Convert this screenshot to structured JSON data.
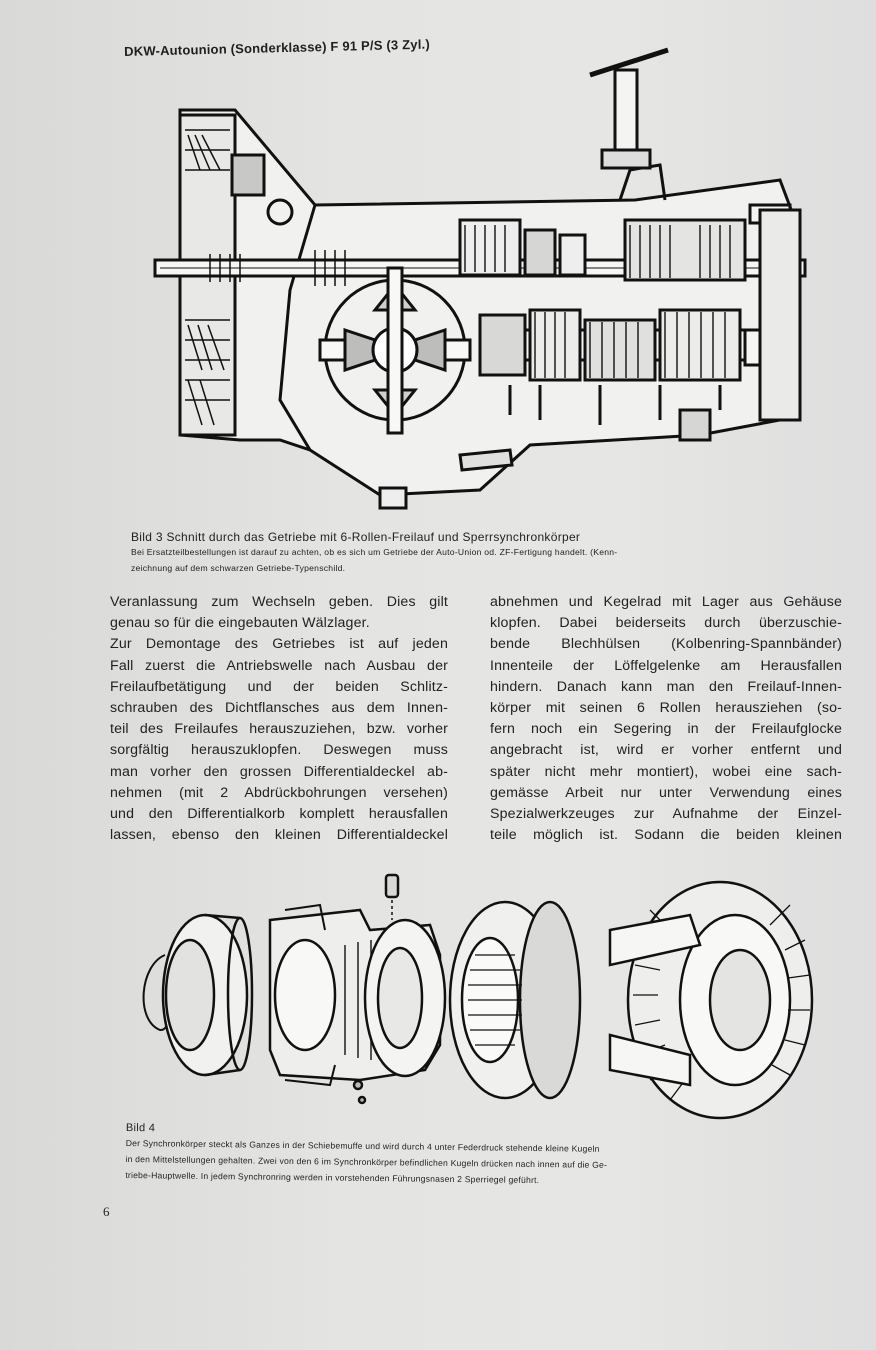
{
  "header": "DKW-Autounion (Sonderklasse) F 91 P/S (3 Zyl.)",
  "figure3": {
    "caption_title": "Bild 3  Schnitt durch das Getriebe mit 6-Rollen-Freilauf und Sperrsynchronkörper",
    "caption_lines": [
      "Bei Ersatzteilbestellungen ist darauf zu achten, ob es sich um Getriebe der Auto-Union od. ZF-Fertigung handelt. (Kenn-",
      "zeichnung auf dem schwarzen Getriebe-Typenschild."
    ]
  },
  "body": {
    "left_column": [
      "Veranlassung zum Wechseln geben. Dies gilt",
      "genau so für die eingebauten Wälzlager.",
      "Zur Demontage des Getriebes ist auf jeden",
      "Fall zuerst die Antriebswelle nach Ausbau der",
      "Freilaufbetätigung und der beiden Schlitz-",
      "schrauben des Dichtflansches aus dem Innen-",
      "teil des Freilaufes herauszuziehen, bzw. vorher",
      "sorgfältig herauszuklopfen. Deswegen muss",
      "man vorher den grossen Differentialdeckel ab-",
      "nehmen (mit 2 Abdrückbohrungen versehen)",
      "und den Differentialkorb komplett herausfallen",
      "lassen, ebenso den kleinen Differentialdeckel"
    ],
    "right_column": [
      "abnehmen und Kegelrad mit Lager aus Gehäuse",
      "klopfen. Dabei beiderseits durch überzuschie-",
      "bende Blechhülsen (Kolbenring-Spannbänder)",
      "Innenteile der Löffelgelenke am Herausfallen",
      "hindern. Danach kann man den Freilauf-Innen-",
      "körper mit seinen 6 Rollen herausziehen (so-",
      "fern noch ein Segering in der Freilaufglocke",
      "angebracht ist, wird er vorher entfernt und",
      "später nicht mehr montiert), wobei eine sach-",
      "gemässe Arbeit nur unter Verwendung eines",
      "Spezialwerkzeuges zur Aufnahme der Einzel-",
      "teile möglich ist. Sodann die beiden kleinen"
    ]
  },
  "figure4": {
    "caption_title": "Bild 4",
    "caption_lines": [
      "Der Synchronkörper steckt als Ganzes in der Schiebemuffe und wird durch 4 unter Federdruck stehende kleine Kugeln",
      "in den Mittelstellungen gehalten. Zwei von den 6 im Synchronkörper befindlichen Kugeln drücken nach innen auf die Ge-",
      "triebe-Hauptwelle. In jedem Synchronring werden in vorstehenden Führungsnasen 2 Sperriegel geführt."
    ]
  },
  "page_number": "6"
}
